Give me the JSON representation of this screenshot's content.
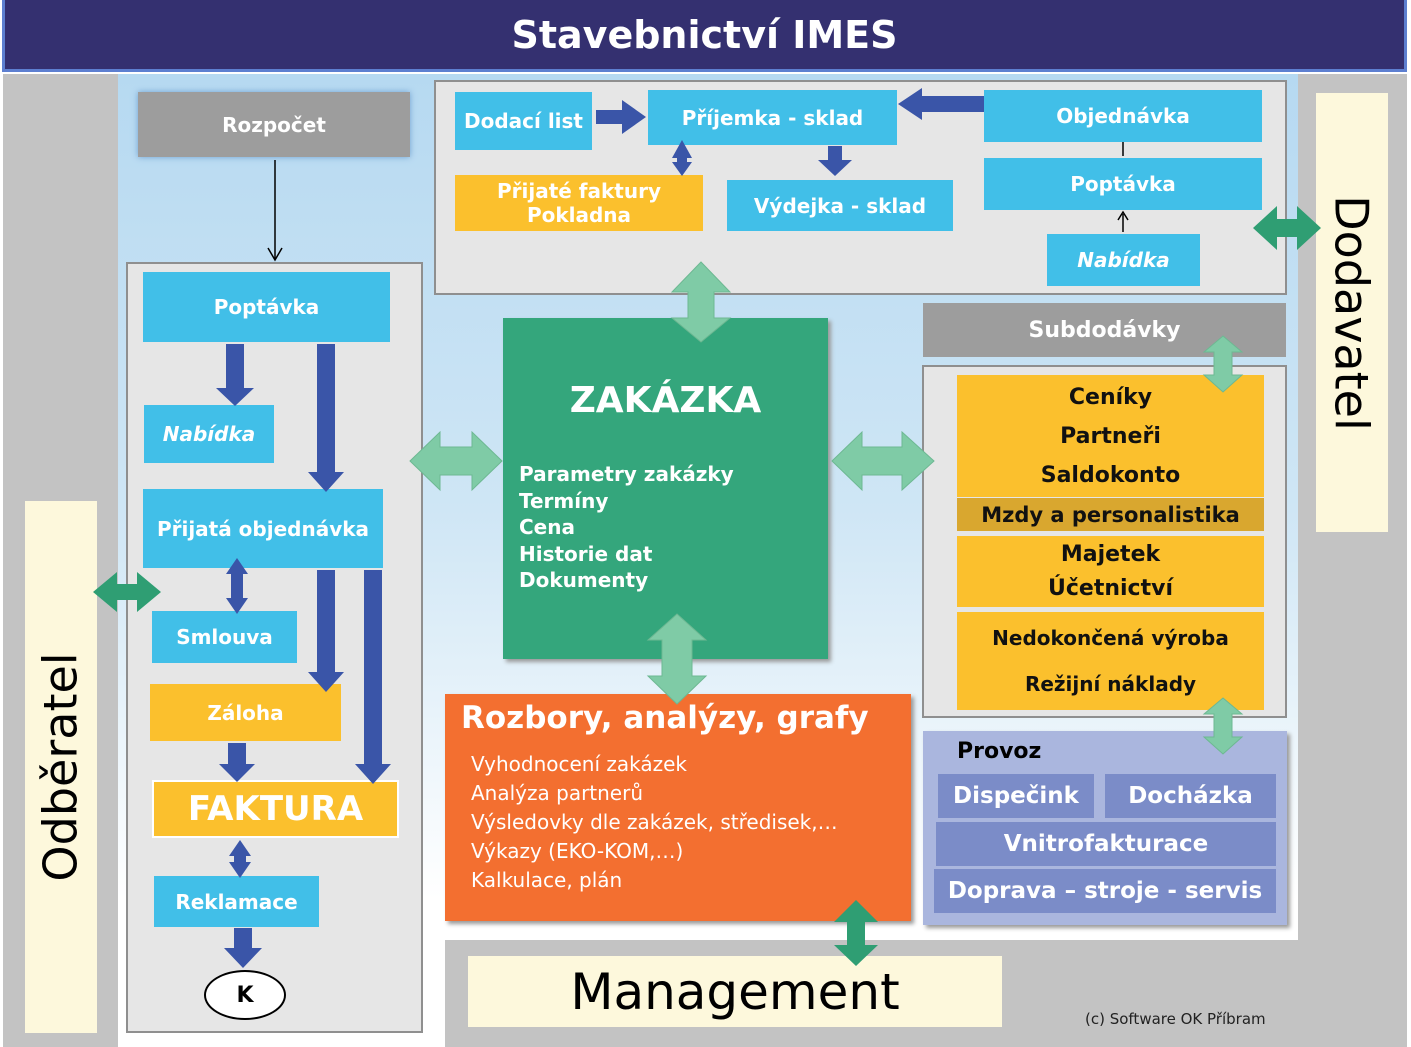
{
  "title": "Stavebnictví IMES",
  "sides": {
    "customer": "Odběratel",
    "supplier": "Dodavatel"
  },
  "budget": "Rozpočet",
  "left_flow": {
    "inquiry": "Poptávka",
    "offer": "Nabídka",
    "order": "Přijatá objednávka",
    "contract": "Smlouva",
    "deposit": "Záloha",
    "invoice": "FAKTURA",
    "complaint": "Reklamace",
    "end": "K"
  },
  "purchase": {
    "delivery_note": "Dodací list",
    "receipt": "Příjemka - sklad",
    "order": "Objednávka",
    "invoices_line1": "Přijaté faktury",
    "invoices_line2": "Pokladna",
    "issue": "Výdejka  - sklad",
    "inquiry": "Poptávka",
    "offer": "Nabídka"
  },
  "order_core": {
    "title": "ZAKÁZKA",
    "items": [
      "Parametry zakázky",
      "Termíny",
      "Cena",
      "Historie dat",
      "Dokumenty"
    ]
  },
  "subcontracts": "Subdodávky",
  "modules": {
    "g1": [
      "Ceníky",
      "Partneři",
      "Saldokonto"
    ],
    "payroll": "Mzdy a personalistika",
    "g2": [
      "Majetek",
      "Účetnictví"
    ],
    "g3": [
      "Nedokončená výroba",
      "Režijní náklady"
    ]
  },
  "analysis": {
    "title": "Rozbory, analýzy, grafy",
    "items": [
      "Vyhodnocení zakázek",
      "Analýza partnerů",
      "Výsledovky dle zakázek, středisek,…",
      "Výkazy (EKO-KOM,…)",
      "Kalkulace, plán"
    ]
  },
  "operations": {
    "title": "Provoz",
    "dispatch": "Dispečink",
    "attendance": "Docházka",
    "internal": "Vnitrofakturace",
    "transport": "Doprava – stroje - servis"
  },
  "management": "Management",
  "copyright": "(c) Software OK Příbram",
  "colors": {
    "header": "#343070",
    "cyan": "#41bfe8",
    "yellow": "#fbc02d",
    "green": "#34a67c",
    "orange": "#f36f30",
    "arrow_blue": "#3a55a8",
    "arrow_green": "#7fcba6"
  }
}
